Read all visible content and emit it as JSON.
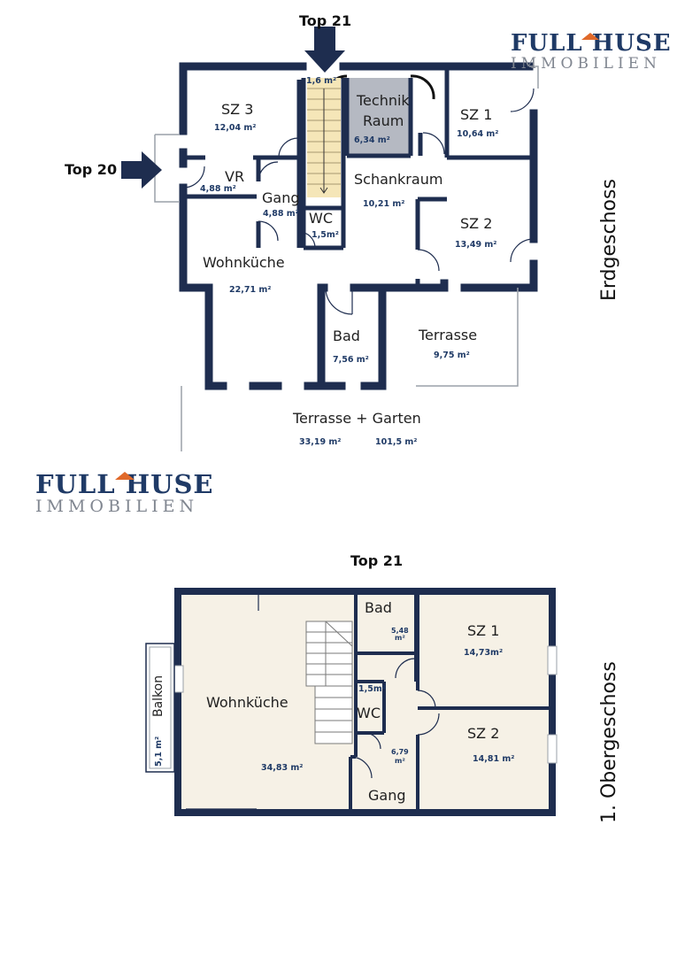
{
  "brand": {
    "line1_a": "FULL H",
    "line1_b": "USE",
    "line2": "IMMOBILIEN"
  },
  "ground_floor": {
    "floor_label": "Erdgeschoss",
    "top21_label": "Top 21",
    "top20_label": "Top 20",
    "stair_area": "1,6 m²",
    "rooms": {
      "sz3": {
        "name": "SZ 3",
        "area": "12,04 m²"
      },
      "technik_line1": "Technik",
      "technik_line2": "Raum",
      "technik_area": "6,34 m²",
      "sz1": {
        "name": "SZ 1",
        "area": "10,64 m²"
      },
      "vr": {
        "name": "VR",
        "area": "4,88 m²"
      },
      "gang": {
        "name": "Gang",
        "area": "4,88 m²"
      },
      "schankraum": {
        "name": "Schankraum",
        "area": "10,21 m²"
      },
      "wc": {
        "name": "WC",
        "area": "1,5m²"
      },
      "sz2": {
        "name": "SZ 2",
        "area": "13,49 m²"
      },
      "wohnkueche": {
        "name": "Wohnküche",
        "area": "22,71 m²"
      },
      "bad": {
        "name": "Bad",
        "area": "7,56 m²"
      },
      "terrasse": {
        "name": "Terrasse",
        "area": "9,75 m²"
      },
      "garten": {
        "name": "Terrasse + Garten",
        "area1": "33,19 m²",
        "area2": "101,5 m²"
      }
    }
  },
  "upper_floor": {
    "floor_label": "1. Obergeschoss",
    "top21_label": "Top 21",
    "rooms": {
      "balkon": {
        "name": "Balkon",
        "area": "5,1 m²"
      },
      "wohnkueche": {
        "name": "Wohnküche",
        "area": "34,83 m²"
      },
      "bad": {
        "name": "Bad",
        "area_line1": "5,48",
        "area_line2": "m²"
      },
      "wc": {
        "name": "WC",
        "area": "1,5m²"
      },
      "gang": {
        "name": "Gang",
        "area_line1": "6,79",
        "area_line2": "m²"
      },
      "sz1": {
        "name": "SZ 1",
        "area": "14,73m²"
      },
      "sz2": {
        "name": "SZ 2",
        "area": "14,81 m²"
      }
    }
  },
  "colors": {
    "wall": "#1e2d4f",
    "floor_fill": "#f6f1e6",
    "technik_fill": "#b5b9c2",
    "logo_navy": "#1f3a66",
    "logo_orange": "#e0692a",
    "logo_gray": "#808690"
  }
}
